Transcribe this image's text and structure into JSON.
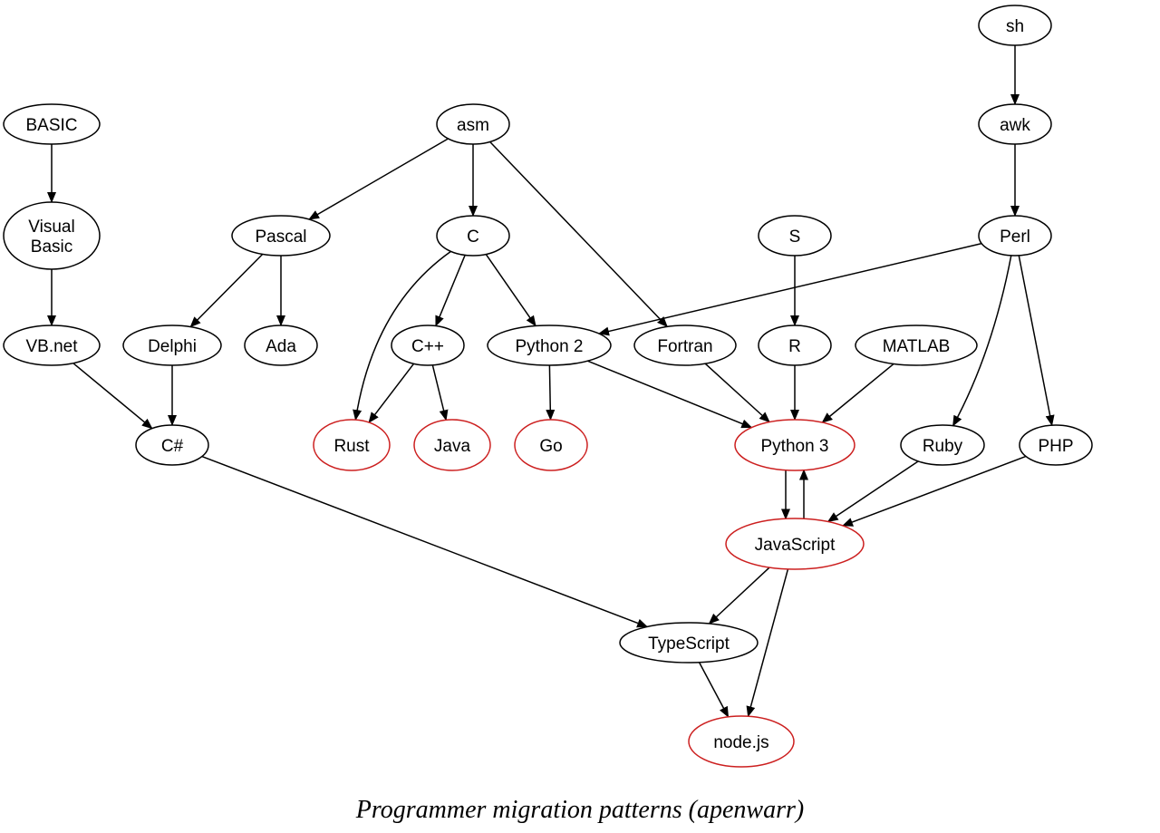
{
  "caption": "Programmer migration patterns (apenwarr)",
  "colors": {
    "default_stroke": "#000000",
    "highlight_stroke": "#cc1f1f",
    "edge": "#000000"
  },
  "nodes": [
    {
      "id": "sh",
      "label": "sh"
    },
    {
      "id": "awk",
      "label": "awk"
    },
    {
      "id": "perl",
      "label": "Perl"
    },
    {
      "id": "basic",
      "label": "BASIC"
    },
    {
      "id": "visualbasic",
      "label": "Visual\nBasic"
    },
    {
      "id": "vbnet",
      "label": "VB.net"
    },
    {
      "id": "asm",
      "label": "asm"
    },
    {
      "id": "pascal",
      "label": "Pascal"
    },
    {
      "id": "c",
      "label": "C"
    },
    {
      "id": "s",
      "label": "S"
    },
    {
      "id": "delphi",
      "label": "Delphi"
    },
    {
      "id": "ada",
      "label": "Ada"
    },
    {
      "id": "cpp",
      "label": "C++"
    },
    {
      "id": "python2",
      "label": "Python 2"
    },
    {
      "id": "fortran",
      "label": "Fortran"
    },
    {
      "id": "r",
      "label": "R"
    },
    {
      "id": "matlab",
      "label": "MATLAB"
    },
    {
      "id": "csharp",
      "label": "C#"
    },
    {
      "id": "rust",
      "label": "Rust",
      "highlight": true
    },
    {
      "id": "java",
      "label": "Java",
      "highlight": true
    },
    {
      "id": "go",
      "label": "Go",
      "highlight": true
    },
    {
      "id": "python3",
      "label": "Python 3",
      "highlight": true
    },
    {
      "id": "ruby",
      "label": "Ruby"
    },
    {
      "id": "php",
      "label": "PHP"
    },
    {
      "id": "javascript",
      "label": "JavaScript",
      "highlight": true
    },
    {
      "id": "typescript",
      "label": "TypeScript"
    },
    {
      "id": "nodejs",
      "label": "node.js",
      "highlight": true
    }
  ],
  "edges": [
    {
      "from": "sh",
      "to": "awk"
    },
    {
      "from": "awk",
      "to": "perl"
    },
    {
      "from": "basic",
      "to": "visualbasic"
    },
    {
      "from": "visualbasic",
      "to": "vbnet"
    },
    {
      "from": "vbnet",
      "to": "csharp"
    },
    {
      "from": "asm",
      "to": "pascal"
    },
    {
      "from": "asm",
      "to": "c"
    },
    {
      "from": "asm",
      "to": "fortran"
    },
    {
      "from": "pascal",
      "to": "delphi"
    },
    {
      "from": "pascal",
      "to": "ada"
    },
    {
      "from": "delphi",
      "to": "csharp"
    },
    {
      "from": "c",
      "to": "rust"
    },
    {
      "from": "c",
      "to": "cpp"
    },
    {
      "from": "c",
      "to": "python2"
    },
    {
      "from": "cpp",
      "to": "rust"
    },
    {
      "from": "cpp",
      "to": "java"
    },
    {
      "from": "python2",
      "to": "go"
    },
    {
      "from": "python2",
      "to": "python3"
    },
    {
      "from": "perl",
      "to": "python2"
    },
    {
      "from": "perl",
      "to": "ruby"
    },
    {
      "from": "perl",
      "to": "php"
    },
    {
      "from": "fortran",
      "to": "python3"
    },
    {
      "from": "s",
      "to": "r"
    },
    {
      "from": "r",
      "to": "python3"
    },
    {
      "from": "matlab",
      "to": "python3"
    },
    {
      "from": "python3",
      "to": "javascript"
    },
    {
      "from": "javascript",
      "to": "python3"
    },
    {
      "from": "ruby",
      "to": "javascript"
    },
    {
      "from": "php",
      "to": "javascript"
    },
    {
      "from": "csharp",
      "to": "typescript"
    },
    {
      "from": "javascript",
      "to": "typescript"
    },
    {
      "from": "javascript",
      "to": "nodejs"
    },
    {
      "from": "typescript",
      "to": "nodejs"
    }
  ]
}
